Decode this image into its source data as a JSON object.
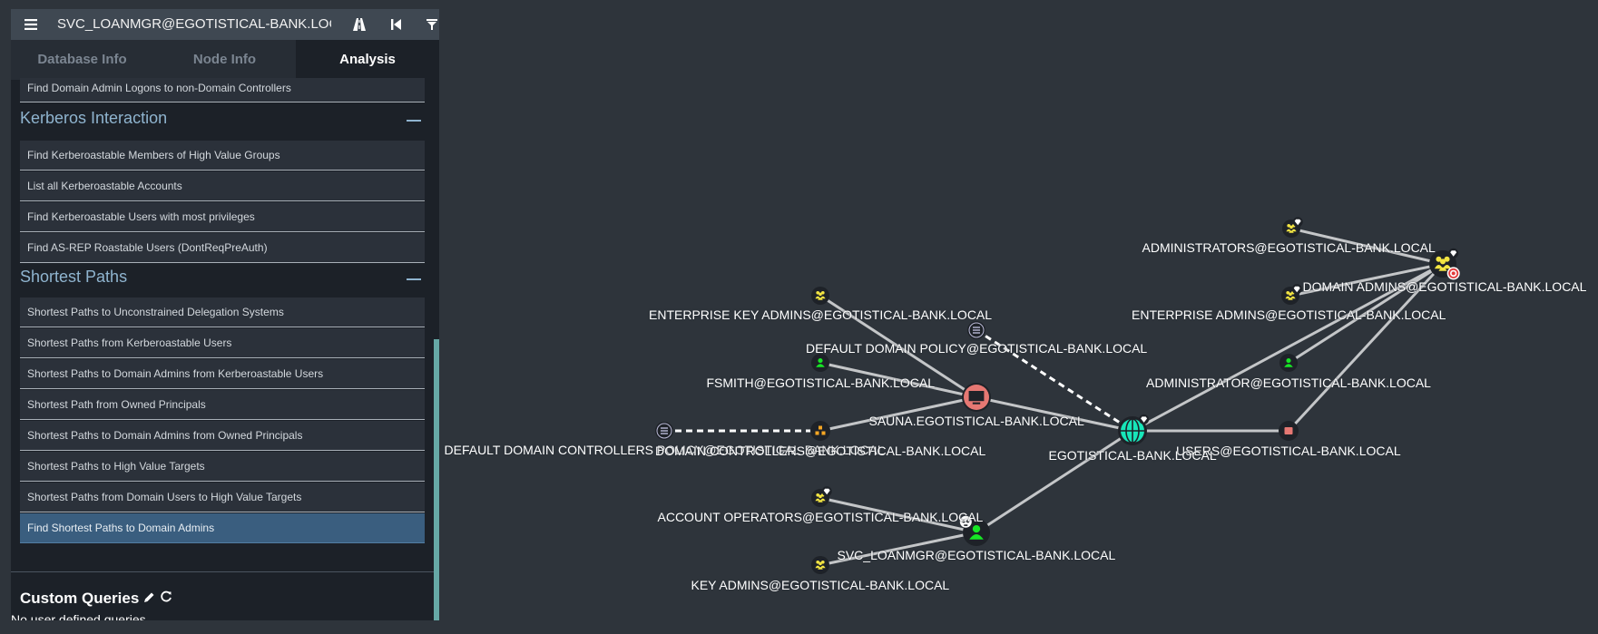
{
  "topbar": {
    "title": "SVC_LOANMGR@EGOTISTICAL-BANK.LOCAL",
    "icons": [
      "hamburger-menu-icon",
      "road-icon",
      "step-backward-icon",
      "filter-icon"
    ]
  },
  "tabs": [
    {
      "label": "Database Info",
      "active": false
    },
    {
      "label": "Node Info",
      "active": false
    },
    {
      "label": "Analysis",
      "active": true
    }
  ],
  "analysis": {
    "partial_query": "Find Domain Admin Logons to non-Domain Controllers",
    "sections": [
      {
        "title": "Kerberos Interaction",
        "queries": [
          "Find Kerberoastable Members of High Value Groups",
          "List all Kerberoastable Accounts",
          "Find Kerberoastable Users with most privileges",
          "Find AS-REP Roastable Users (DontReqPreAuth)"
        ]
      },
      {
        "title": "Shortest Paths",
        "queries": [
          "Shortest Paths to Unconstrained Delegation Systems",
          "Shortest Paths from Kerberoastable Users",
          "Shortest Paths to Domain Admins from Kerberoastable Users",
          "Shortest Path from Owned Principals",
          "Shortest Paths to Domain Admins from Owned Principals",
          "Shortest Paths to High Value Targets",
          "Shortest Paths from Domain Users to High Value Targets",
          "Find Shortest Paths to Domain Admins"
        ],
        "selected_query": "Find Shortest Paths to Domain Admins"
      }
    ],
    "custom_queries_title": "Custom Queries",
    "custom_queries_empty": "No user defined queries."
  },
  "colors": {
    "background": "#2e343b",
    "panel": "#1c2128",
    "selected_query": "#3a5e7f",
    "group_node": "#f2e442",
    "user_node": "#17e625",
    "computer_node": "#e67873",
    "domain_node": "#17e6b9",
    "gpo_node": "#998e8e",
    "container_node": "#f5a623"
  },
  "graph": {
    "nodes": [
      {
        "id": "administrators",
        "type": "group",
        "label": "ADMINISTRATORS@EGOTISTICAL-BANK.LOCAL",
        "high_value": true
      },
      {
        "id": "domain_admins",
        "type": "group",
        "label": "DOMAIN ADMINS@EGOTISTICAL-BANK.LOCAL",
        "high_value": true,
        "target": true
      },
      {
        "id": "enterprise_admins",
        "type": "group",
        "label": "ENTERPRISE ADMINS@EGOTISTICAL-BANK.LOCAL",
        "high_value": true
      },
      {
        "id": "administrator",
        "type": "user",
        "label": "ADMINISTRATOR@EGOTISTICAL-BANK.LOCAL"
      },
      {
        "id": "users",
        "type": "container",
        "label": "USERS@EGOTISTICAL-BANK.LOCAL"
      },
      {
        "id": "domain",
        "type": "domain",
        "label": "EGOTISTICAL-BANK.LOCAL",
        "high_value": true
      },
      {
        "id": "enterprise_key_admins",
        "type": "group",
        "label": "ENTERPRISE KEY ADMINS@EGOTISTICAL-BANK.LOCAL"
      },
      {
        "id": "default_domain_policy",
        "type": "gpo",
        "label": "DEFAULT DOMAIN POLICY@EGOTISTICAL-BANK.LOCAL"
      },
      {
        "id": "fsmith",
        "type": "user",
        "label": "FSMITH@EGOTISTICAL-BANK.LOCAL"
      },
      {
        "id": "sauna",
        "type": "computer",
        "label": "SAUNA.EGOTISTICAL-BANK.LOCAL"
      },
      {
        "id": "ddc_policy",
        "type": "gpo",
        "label": "DEFAULT DOMAIN CONTROLLERS POLICY@EGOTISTICAL-BANK.LOCAL"
      },
      {
        "id": "domain_controllers",
        "type": "ou",
        "label": "DOMAIN CONTROLLERS@EGOTISTICAL-BANK.LOCAL"
      },
      {
        "id": "account_operators",
        "type": "group",
        "label": "ACCOUNT OPERATORS@EGOTISTICAL-BANK.LOCAL",
        "high_value": true
      },
      {
        "id": "svc_loanmgr",
        "type": "user",
        "label": "SVC_LOANMGR@EGOTISTICAL-BANK.LOCAL",
        "owned": true
      },
      {
        "id": "key_admins",
        "type": "group",
        "label": "KEY ADMINS@EGOTISTICAL-BANK.LOCAL"
      }
    ],
    "edges": [
      {
        "from": "administrators",
        "to": "domain_admins",
        "dashed": false
      },
      {
        "from": "enterprise_admins",
        "to": "domain_admins",
        "dashed": false
      },
      {
        "from": "administrator",
        "to": "domain_admins",
        "dashed": false
      },
      {
        "from": "users",
        "to": "domain_admins",
        "dashed": false
      },
      {
        "from": "domain",
        "to": "domain_admins",
        "dashed": false
      },
      {
        "from": "domain",
        "to": "users",
        "dashed": false
      },
      {
        "from": "default_domain_policy",
        "to": "domain",
        "dashed": true
      },
      {
        "from": "enterprise_key_admins",
        "to": "sauna",
        "dashed": false
      },
      {
        "from": "fsmith",
        "to": "sauna",
        "dashed": false
      },
      {
        "from": "domain_controllers",
        "to": "sauna",
        "dashed": false
      },
      {
        "from": "sauna",
        "to": "domain",
        "dashed": false
      },
      {
        "from": "ddc_policy",
        "to": "domain_controllers",
        "dashed": true
      },
      {
        "from": "account_operators",
        "to": "svc_loanmgr",
        "dashed": false
      },
      {
        "from": "key_admins",
        "to": "svc_loanmgr",
        "dashed": false
      },
      {
        "from": "svc_loanmgr",
        "to": "domain",
        "dashed": false
      }
    ]
  }
}
